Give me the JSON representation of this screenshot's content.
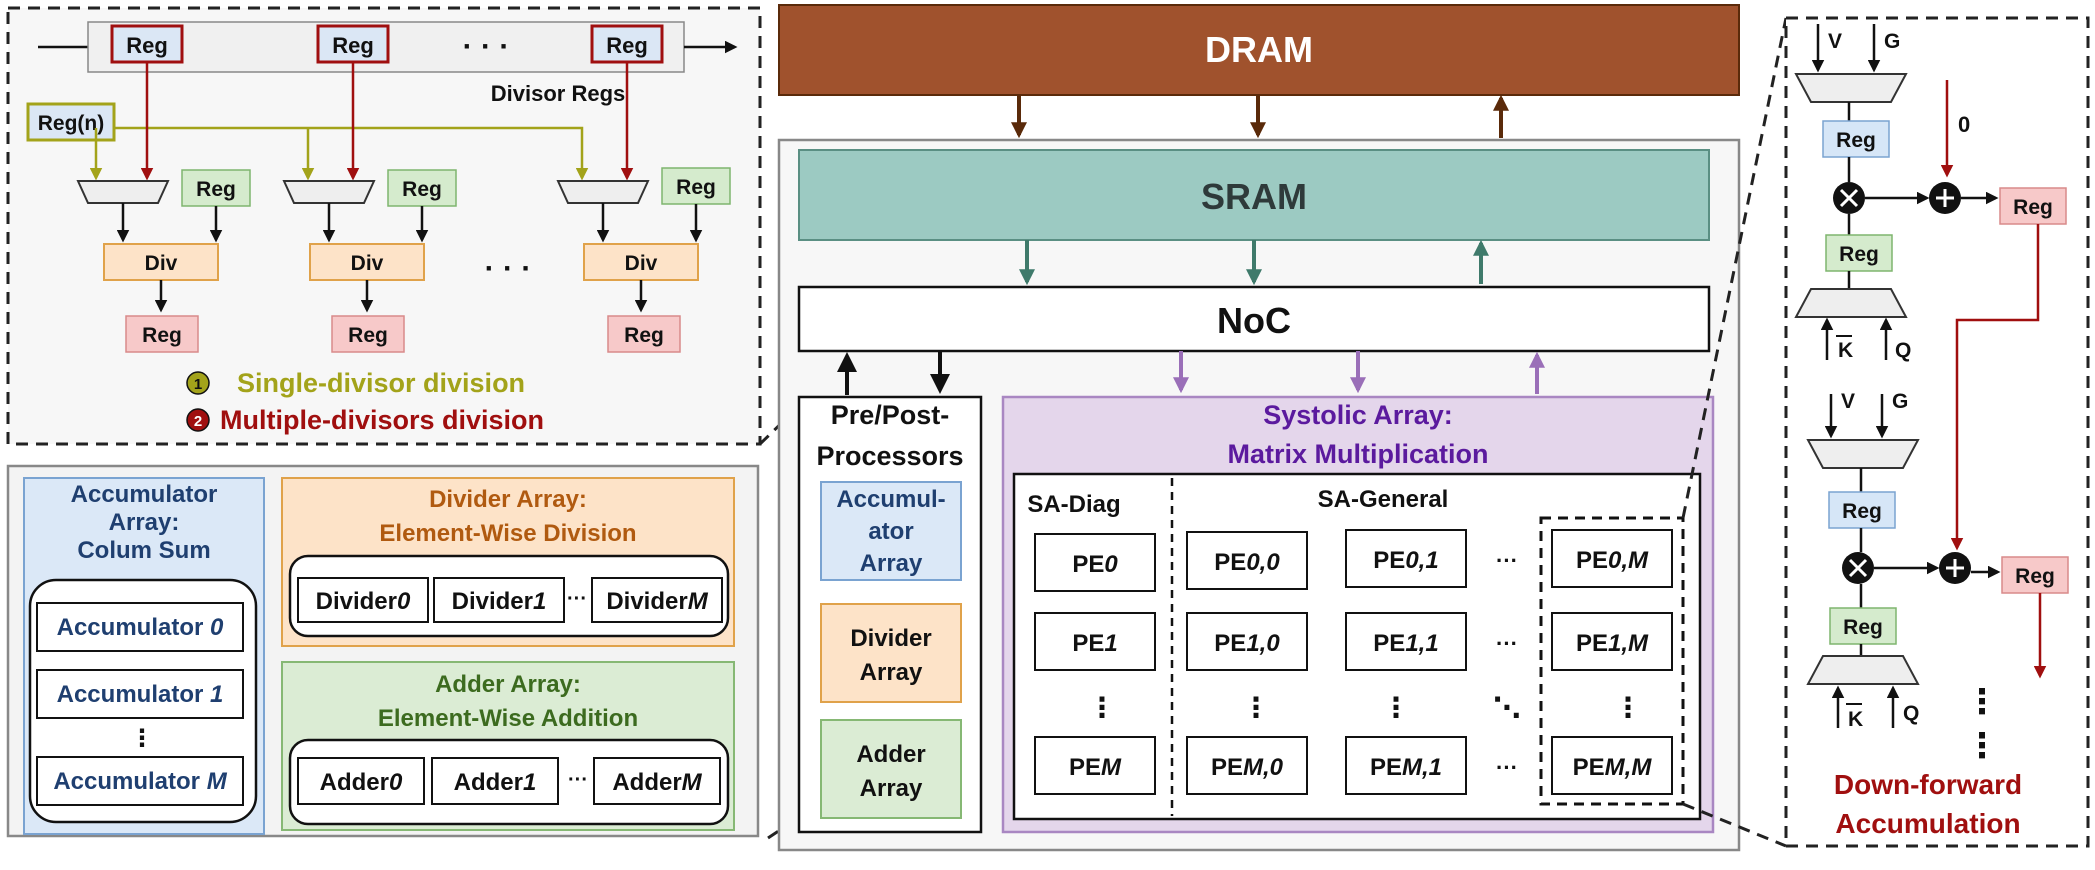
{
  "colors": {
    "dram": "#a0522d",
    "sram": "#9ccac2",
    "sram_arrow": "#3f7a6b",
    "systolic": "#e4d6eb",
    "systolic_title": "#5b1a9e",
    "purple_arrow": "#9a6fb8",
    "accumulator": "#dbe8f7",
    "accumulator_text": "#1f3f70",
    "divider": "#fde3c8",
    "divider_text": "#b05a10",
    "adder": "#dbecd4",
    "adder_text": "#3c6b1f",
    "reg_red": "#a00f0f",
    "reg_olive": "#a3a31a",
    "pink_reg": "#f7c9c9",
    "green_reg": "#d5ebcd",
    "blue_reg": "#d6e6f7"
  },
  "divider_detail": {
    "regs": [
      "Reg",
      "Reg",
      "Reg"
    ],
    "dots": "· · ·",
    "divisor_regs_label": "Divisor Regs",
    "reg_n": "Reg(n)",
    "side_regs": [
      "Reg",
      "Reg",
      "Reg"
    ],
    "divs": [
      "Div",
      "Div",
      "Div"
    ],
    "out_regs": [
      "Reg",
      "Reg",
      "Reg"
    ],
    "legend_1_num": "1",
    "legend_1": "Single-divisor division",
    "legend_2_num": "2",
    "legend_2": "Multiple-divisors division"
  },
  "left_arrays": {
    "accumulator_title": [
      "Accumulator",
      "Array:",
      "Colum Sum"
    ],
    "accumulators": [
      {
        "name": "Accumulator ",
        "idx": "0"
      },
      {
        "name": "Accumulator ",
        "idx": "1"
      },
      {
        "name": "Accumulator ",
        "idx": "M"
      }
    ],
    "divider_title": [
      "Divider Array:",
      "Element-Wise Division"
    ],
    "dividers": [
      {
        "name": "Divider",
        "idx": "0"
      },
      {
        "name": "Divider",
        "idx": "1"
      },
      {
        "name": "Divider",
        "idx": "M"
      }
    ],
    "adder_title": [
      "Adder Array:",
      "Element-Wise Addition"
    ],
    "adders": [
      {
        "name": "Adder",
        "idx": "0"
      },
      {
        "name": "Adder",
        "idx": "1"
      },
      {
        "name": "Adder",
        "idx": "M"
      }
    ]
  },
  "main": {
    "dram": "DRAM",
    "sram": "SRAM",
    "noc": "NoC",
    "prepost_title": [
      "Pre/Post-",
      "Processors"
    ],
    "prepost_acc": [
      "Accumul-",
      "ator",
      "Array"
    ],
    "prepost_div": [
      "Divider",
      "Array"
    ],
    "prepost_add": [
      "Adder",
      "Array"
    ],
    "systolic_title": [
      "Systolic Array:",
      "Matrix Multiplication"
    ],
    "sa_diag": "SA-Diag",
    "sa_general": "SA-General",
    "diag_pes": [
      {
        "pre": "PE",
        "idx": "0"
      },
      {
        "pre": "PE",
        "idx": "1"
      },
      {
        "pre": "PE",
        "idx": "M"
      }
    ],
    "general_pes": [
      [
        {
          "pre": "PE",
          "idx": "0,0"
        },
        {
          "pre": "PE",
          "idx": "0,1"
        },
        {
          "pre": "PE",
          "idx": "0,M"
        }
      ],
      [
        {
          "pre": "PE",
          "idx": "1,0"
        },
        {
          "pre": "PE",
          "idx": "1,1"
        },
        {
          "pre": "PE",
          "idx": "1,M"
        }
      ],
      [
        {
          "pre": "PE",
          "idx": "M,0"
        },
        {
          "pre": "PE",
          "idx": "M,1"
        },
        {
          "pre": "PE",
          "idx": "M,M"
        }
      ]
    ],
    "hdots": "···",
    "vdots": "⋮",
    "ddots": "⋱"
  },
  "right_detail": {
    "v": "V",
    "g": "G",
    "reg": "Reg",
    "zero": "0",
    "k": "K",
    "q": "Q",
    "caption": [
      "Down-forward",
      "Accumulation"
    ]
  }
}
